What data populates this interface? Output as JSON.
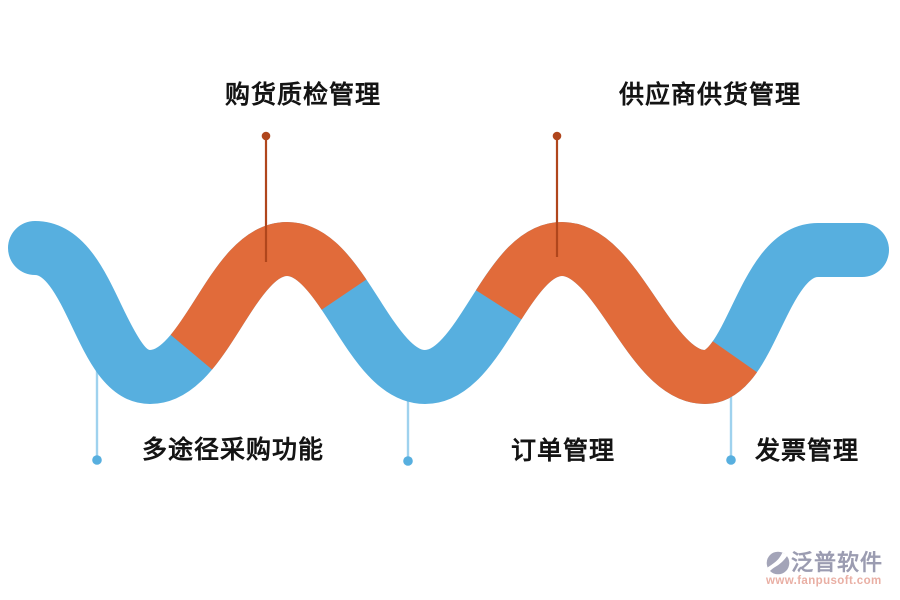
{
  "canvas": {
    "bg": "#ffffff"
  },
  "wave": {
    "blue": "#57AFDF",
    "orange": "#E16B3A"
  },
  "callouts": {
    "top": [
      {
        "label": "购货质检管理",
        "line": "#B0461C",
        "dot": "#B0461C"
      },
      {
        "label": "供应商供货管理",
        "line": "#B0461C",
        "dot": "#B0461C"
      }
    ],
    "bottom": [
      {
        "label": "多途径采购功能",
        "line": "#9FD2EE",
        "dot": "#57AFDF"
      },
      {
        "label": "订单管理",
        "line": "#9FD2EE",
        "dot": "#57AFDF"
      },
      {
        "label": "发票管理",
        "line": "#9FD2EE",
        "dot": "#57AFDF"
      }
    ]
  },
  "watermark": {
    "brand": "泛普软件",
    "url": "www.fanpusoft.com",
    "brand_color": "#9B9CB1",
    "url_color": "#E9AFA4",
    "icon_color": "#A3A4B8"
  }
}
